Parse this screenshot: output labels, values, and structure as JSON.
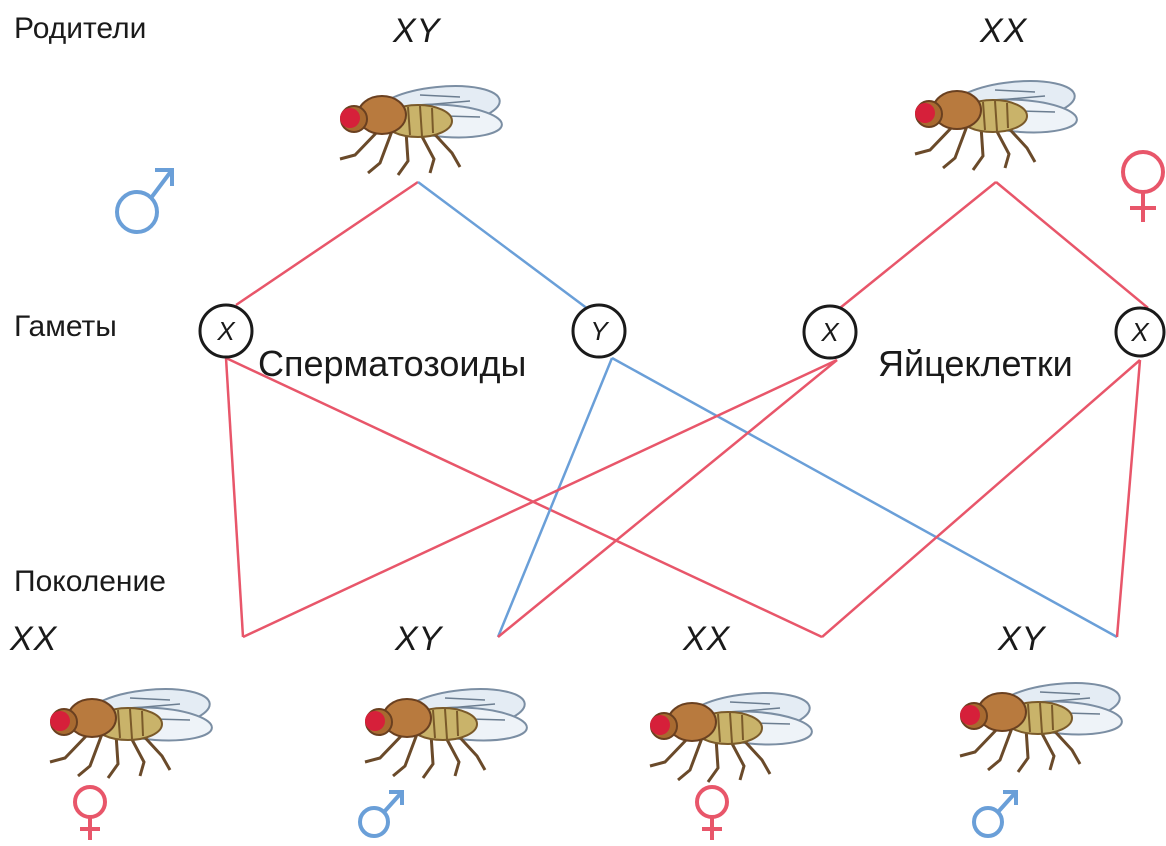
{
  "labels": {
    "parents": "Родители",
    "gametes": "Гаметы",
    "generation": "Поколение",
    "sperm": "Сперматозоиды",
    "eggs": "Яйцеклетки"
  },
  "parents": {
    "male": {
      "genotype": "XY",
      "symbol": "♂"
    },
    "female": {
      "genotype": "XX",
      "symbol": "♀"
    }
  },
  "gametes": {
    "sperm": [
      "X",
      "Y"
    ],
    "eggs": [
      "X",
      "X"
    ]
  },
  "offspring": [
    {
      "genotype": "XX",
      "symbol": "♀"
    },
    {
      "genotype": "XY",
      "symbol": "♂"
    },
    {
      "genotype": "XX",
      "symbol": "♀"
    },
    {
      "genotype": "XY",
      "symbol": "♂"
    }
  ],
  "colors": {
    "red": "#e8566a",
    "blue": "#6a9fd8",
    "text": "#1a1a1a",
    "fly_body": "#b87a3e",
    "fly_eye": "#d6203a"
  },
  "icons": {
    "fly": "fruit-fly-icon",
    "male": "male-symbol-icon",
    "female": "female-symbol-icon"
  }
}
